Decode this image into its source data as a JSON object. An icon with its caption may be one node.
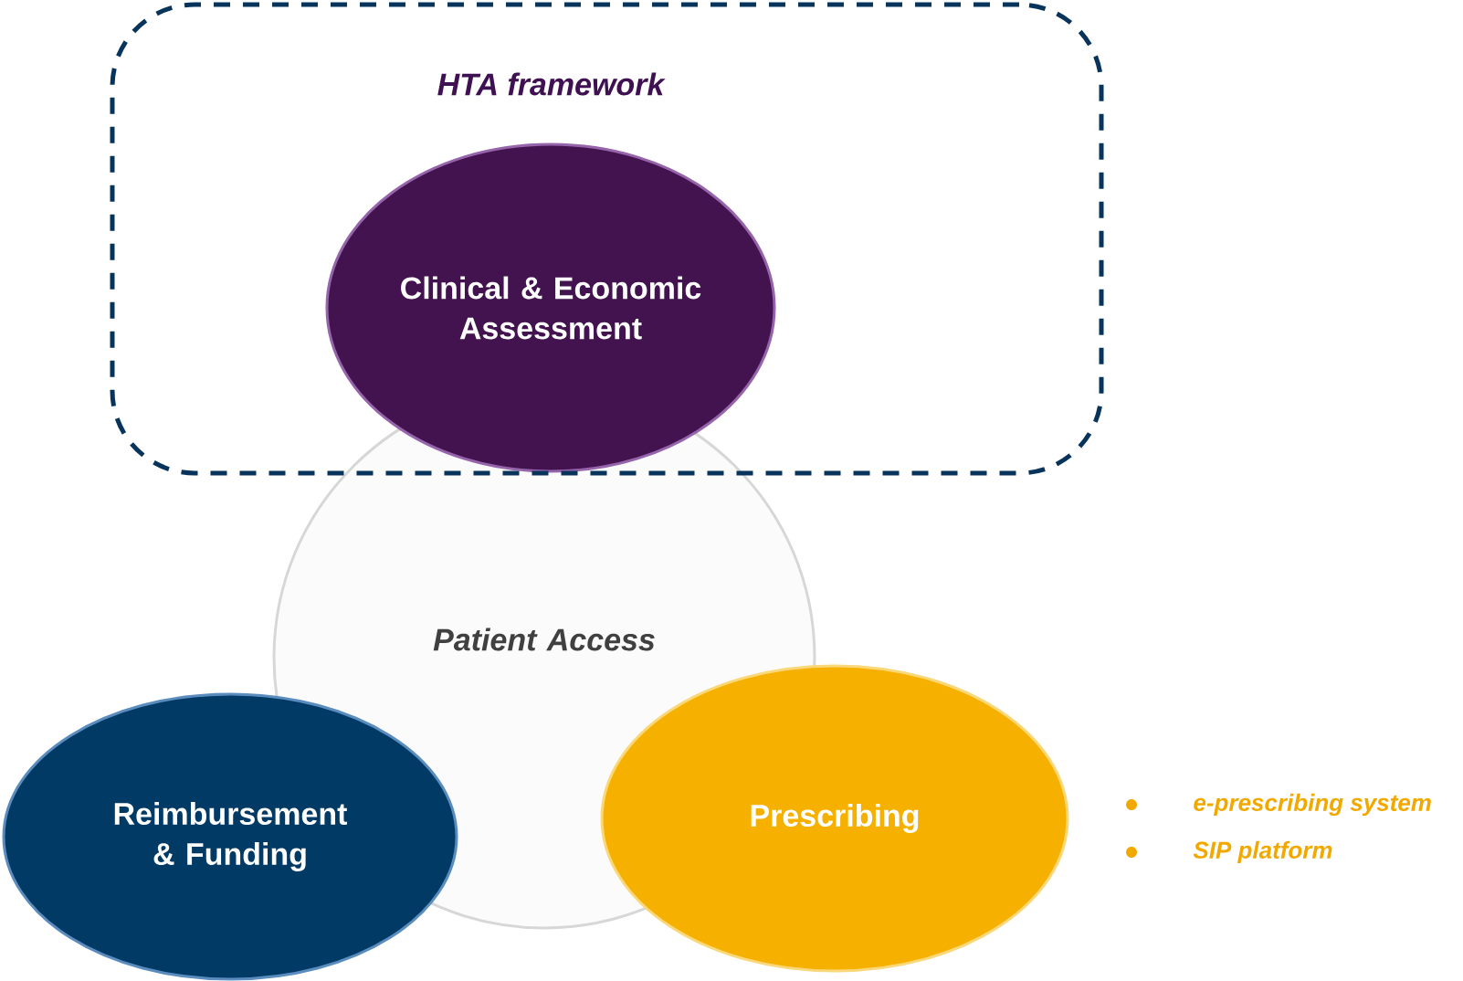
{
  "diagram": {
    "nodes": [
      {
        "text": [
          "HTA framework"
        ]
      },
      {
        "text": [
          "Clinical & Economic Assessment"
        ],
        "in": 0
      },
      {
        "text": [
          "Patient Access"
        ]
      },
      {
        "text": [
          "Reimbursement & Funding"
        ]
      },
      {
        "text": [
          "Prescribing"
        ],
        "beside": [
          "e-prescribing system",
          "SIP platform"
        ]
      }
    ],
    "edges": []
  }
}
